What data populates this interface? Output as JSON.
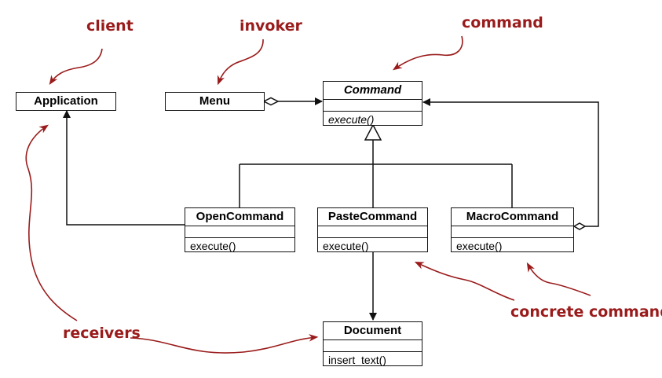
{
  "annotations": {
    "client": "client",
    "invoker": "invoker",
    "command": "command",
    "receivers": "receivers",
    "concrete_commands": "concrete commands"
  },
  "classes": {
    "application": {
      "name": "Application"
    },
    "menu": {
      "name": "Menu"
    },
    "command": {
      "name": "Command",
      "operation": "execute()"
    },
    "open_command": {
      "name": "OpenCommand",
      "operation": "execute()"
    },
    "paste_command": {
      "name": "PasteCommand",
      "operation": "execute()"
    },
    "macro_command": {
      "name": "MacroCommand",
      "operation": "execute()"
    },
    "document": {
      "name": "Document",
      "operation": "insert_text()"
    }
  },
  "colors": {
    "annotation": "#9a1b1b",
    "line": "#111111"
  }
}
